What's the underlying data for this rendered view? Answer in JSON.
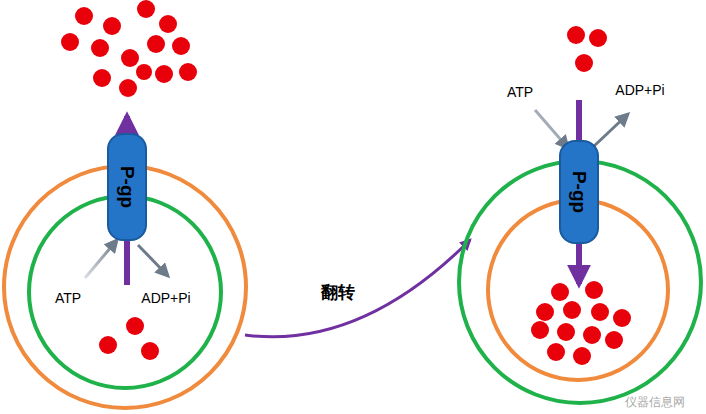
{
  "diagram": {
    "nodes": [
      {
        "text": [
          "P-gp"
        ]
      },
      {
        "text": [
          "P-gp"
        ]
      }
    ],
    "labels": [
      "ATP",
      "ADP+Pi",
      "翻转",
      "ATP",
      "ADP+Pi",
      "仪器信息网"
    ]
  }
}
